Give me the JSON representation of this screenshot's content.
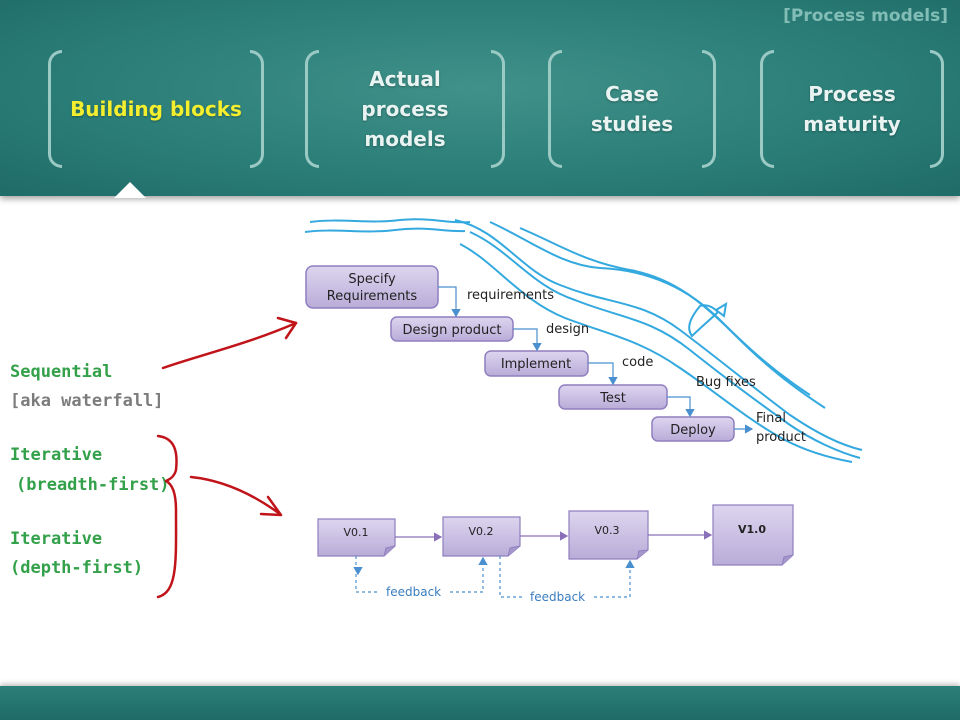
{
  "header": {
    "deck_title": "[Process models]",
    "tabs": [
      {
        "line1": "Building blocks",
        "line2": "",
        "active": true
      },
      {
        "line1": "Actual process",
        "line2": "models",
        "active": false
      },
      {
        "line1": "Case",
        "line2": "studies",
        "active": false
      },
      {
        "line1": "Process",
        "line2": "maturity",
        "active": false
      }
    ]
  },
  "labels": {
    "sequential": "Sequential",
    "aka_waterfall": "[aka waterfall]",
    "iterative_1": "Iterative",
    "breadth_first": "(breadth-first)",
    "iterative_2": "Iterative",
    "depth_first": "(depth-first)"
  },
  "waterfall": {
    "steps": [
      {
        "line1": "Specify",
        "line2": "Requirements"
      },
      {
        "line1": "Design product",
        "line2": ""
      },
      {
        "line1": "Implement",
        "line2": ""
      },
      {
        "line1": "Test",
        "line2": ""
      },
      {
        "line1": "Deploy",
        "line2": ""
      }
    ],
    "outputs": [
      "requirements",
      "design",
      "code",
      "Bug fixes",
      "Final",
      "product"
    ]
  },
  "iterative": {
    "versions": [
      "V0.1",
      "V0.2",
      "V0.3",
      "V1.0"
    ],
    "feedback": [
      "feedback",
      "feedback"
    ]
  },
  "colors": {
    "header_bg": "#2c7f79",
    "active_tab_text": "#f3ee2e",
    "side_label_green": "#33a04a",
    "river": "#33a9df",
    "annotation_red": "#c0141a",
    "box_fill": "#cbc0e3"
  }
}
